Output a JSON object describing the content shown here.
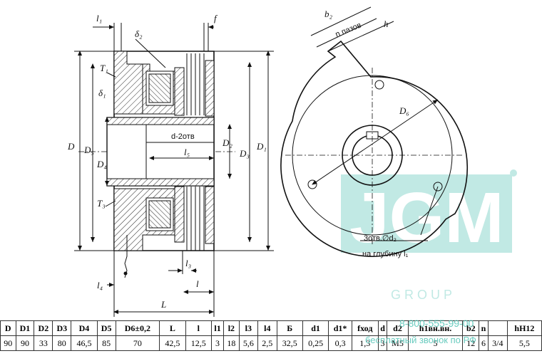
{
  "labels": {
    "l1": "l₁",
    "f": "f",
    "delta2": "δ₂",
    "T1": "T₁",
    "delta1": "δ₁",
    "D": "D",
    "D5": "D₅",
    "D4": "D₄",
    "d2otv": "d-2отв",
    "l5": "l₅",
    "D2": "D₂",
    "D3": "D₃",
    "D1": "D₁",
    "T3": "T₃",
    "l3": "l₃",
    "l4": "l₄",
    "l": "l",
    "L": "L",
    "b2": "b₂",
    "n_pazov": "n пазов",
    "h": "h",
    "D6": "D₆",
    "otv_line1": "3отв.∅d₂",
    "otv_line2": "на глубину l₁"
  },
  "watermark": {
    "letters": "JGM",
    "group": "G R O U P",
    "phone": "8-800-555-99-00",
    "subtitle": "бесплатный звонок по РФ",
    "color": "#4fc3b4"
  },
  "table": {
    "headers": [
      "D",
      "D1",
      "D2",
      "D3",
      "D4",
      "D5",
      "D6±0,2",
      "L",
      "l",
      "l1",
      "l2",
      "l3",
      "l4",
      "Б",
      "d1",
      "d1*",
      "fход",
      "d",
      "d2",
      "h1вн.вн.",
      "b2",
      "n",
      "",
      "hH12"
    ],
    "values": [
      "90",
      "90",
      "33",
      "80",
      "46,5",
      "85",
      "70",
      "42,5",
      "12,5",
      "3",
      "18",
      "5,6",
      "2,5",
      "32,5",
      "0,25",
      "0,3",
      "1,3",
      "3",
      "M5",
      "5",
      "12",
      "6",
      "3/4",
      "5,5"
    ]
  }
}
